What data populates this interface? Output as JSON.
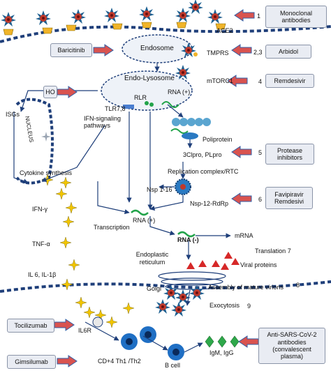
{
  "drugs": {
    "monoclonal": "Monoclonal antibodies",
    "baricitinib": "Baricitinib",
    "arbidol": "Arbidol",
    "remdesivir": "Remdesivir",
    "ho": "HO",
    "protease": "Protease inhibitors",
    "favipiravir": "Favipiravir Remdesivi",
    "tocilizumab": "Tocilizumab",
    "gimsilumab": "Gimsilumab",
    "antisars": "Anti-SARS-CoV-2 antibodies (convalescent plasma)"
  },
  "steps": {
    "s1": "1",
    "s23": "2,3",
    "s4": "4",
    "s5": "5",
    "s6": "6",
    "s7": "Translation  7",
    "s8": "8",
    "s9": "9"
  },
  "labels": {
    "ace2": "ACE2",
    "endosome": "Endosome",
    "tmprs": "TMPRS",
    "endo_lysosome": "Endo-Lysosome",
    "mtorc1": "mTORC1",
    "rlr": "RLR",
    "rna_plus_top": "RNA (+)",
    "tlr": "TLR7,8",
    "isgs": "ISGs",
    "nucleus": "NUCLEUS",
    "ifn_signaling": "IFN-signaling pathways",
    "poliprotein": "Poliprotein",
    "clpro": "3Clpro, PLpro",
    "replication": "Replication complex/RTC",
    "nsp116": "Nsp 1-16",
    "nsp12": "Nsp-12-RdRp",
    "cytokine": "Cytokine synthesis",
    "ifn_gamma": "IFN-γ",
    "tnf_alpha": "TNF-α",
    "il6": "IL 6, IL-1β",
    "rna_plus_mid": "RNA (+)",
    "transcription": "Transcription",
    "rna_minus": "RNA (-)",
    "mrna": "mRNA",
    "endoplastic": "Endoplastic reticulum",
    "viral_proteins": "Viral proteins",
    "golgi": "Golgi",
    "assembly": "Assembly of mature virions",
    "exocytosis": "Exocytosis",
    "il6r": "IL6R",
    "cd4": "CD+4 Th1 /Th2",
    "bcell": "B cell",
    "igm": "IgM, IgG"
  },
  "colors": {
    "arrow_fill": "#d9534f",
    "arrow_stroke": "#2f5fa8",
    "line": "#1f3f7a",
    "membrane": "#1f3f7a",
    "rna": "#22a34a",
    "virus_core": "#c0392b",
    "spike": "#1e6091",
    "receptor": "#f0b429",
    "star": "#f2c500",
    "cell": "#1f6fc4",
    "antibody": "#2ea84a",
    "triangle": "#d62828"
  }
}
